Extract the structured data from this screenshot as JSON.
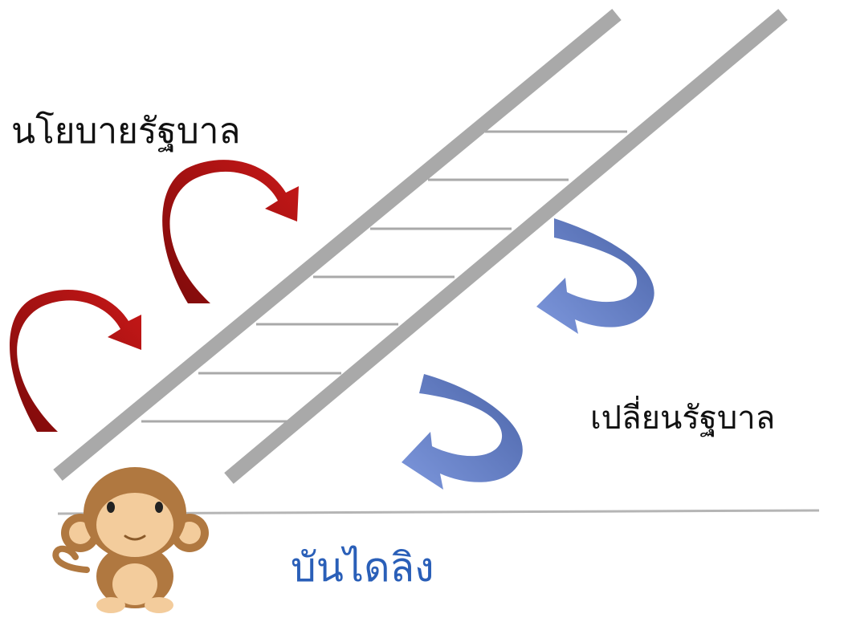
{
  "labels": {
    "left": "นโยบายรัฐบาล",
    "right": "เปลี่ยนรัฐบาล",
    "bottom": "บันไดลิง"
  },
  "colors": {
    "ladder": "#a9a9a9",
    "rung": "#a9a9a9",
    "ground": "#b5b5b5",
    "arrow_red_dark": "#7c0a0a",
    "arrow_red": "#c81818",
    "arrow_blue_dark": "#4b64a8",
    "arrow_blue": "#7d97dc",
    "bottom_text": "#2a5fb8",
    "monkey_fur": "#b07840",
    "monkey_face": "#f3cc9c"
  },
  "icons": {
    "monkey": "monkey-icon",
    "red_arrows": "curved-arrow-right-icon",
    "blue_arrows": "curved-arrow-left-icon"
  }
}
